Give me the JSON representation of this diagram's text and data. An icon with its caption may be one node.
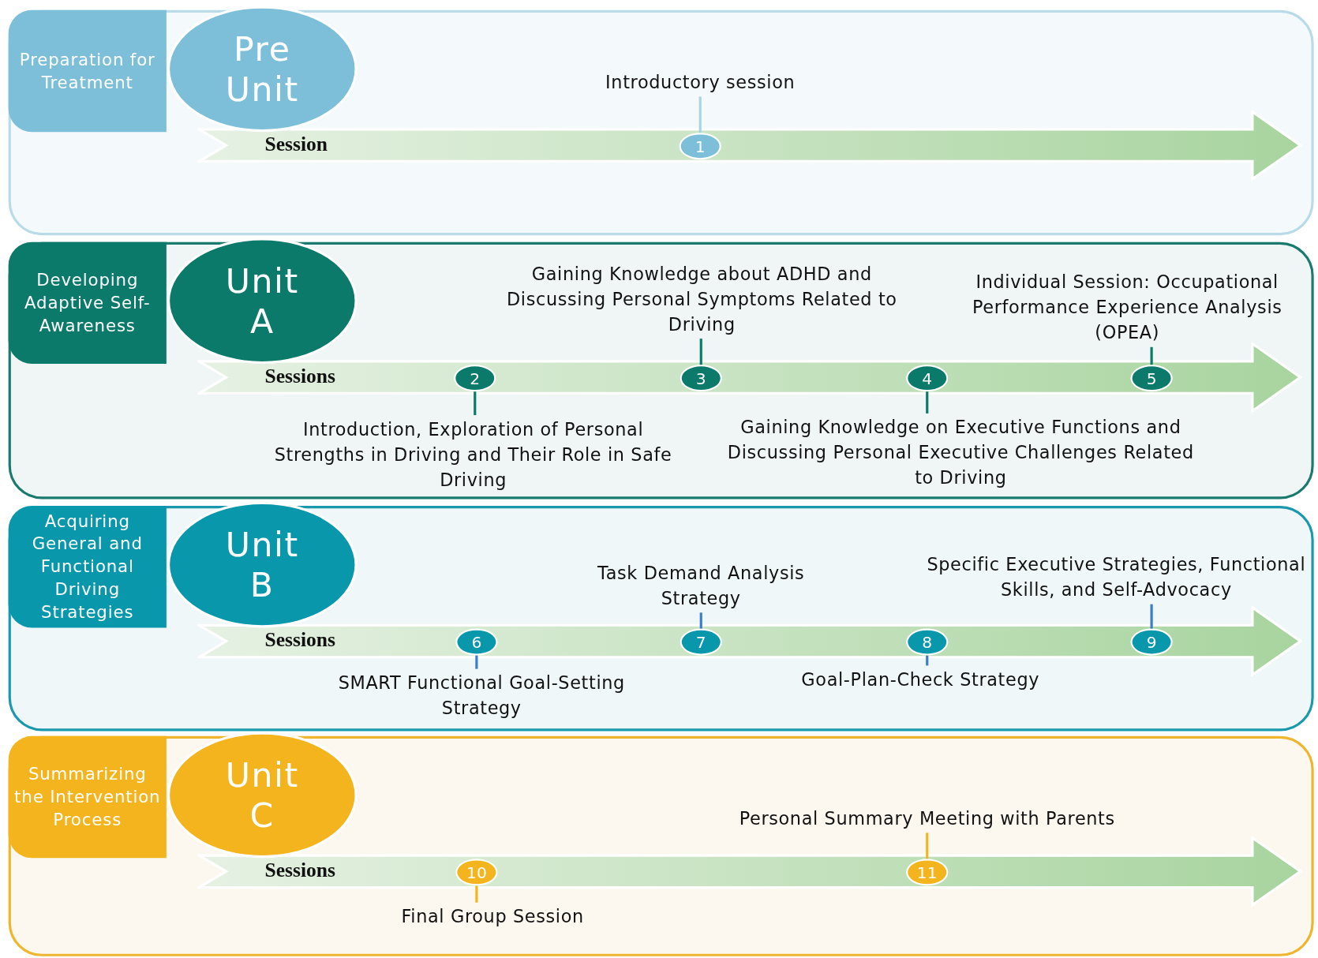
{
  "diagram": {
    "nodes": [
      {
        "text": [],
        "shape": "box"
      },
      {
        "text": [
          "Preparation for Treatment"
        ],
        "in": 0
      },
      {
        "text": [
          "Pre Unit"
        ],
        "in": 0
      },
      {
        "text": [
          "Introductory session"
        ],
        "in": 0
      },
      {
        "text": [
          "Session"
        ],
        "in": 0
      },
      {
        "text": [
          "1"
        ],
        "in": 4
      },
      {
        "text": [],
        "shape": "box"
      },
      {
        "text": [
          "Developing Adaptive Self-Awareness"
        ],
        "in": 6
      },
      {
        "text": [
          "Unit A"
        ],
        "in": 6
      },
      {
        "text": [
          "Gaining Knowledge about ADHD and Discussing Personal Symptoms Related to Driving"
        ],
        "in": 6
      },
      {
        "text": [
          "Individual Session: Occupational Performance Experience Analysis (OPEA)"
        ],
        "in": 6
      },
      {
        "text": [
          "Sessions"
        ],
        "in": 6
      },
      {
        "text": [
          "2"
        ],
        "in": 11
      },
      {
        "text": [
          "3"
        ],
        "in": 11
      },
      {
        "text": [
          "4"
        ],
        "in": 11
      },
      {
        "text": [
          "5"
        ],
        "in": 11
      },
      {
        "text": [
          "Introduction, Exploration of Personal Strengths in Driving and Their Role in Safe Driving"
        ],
        "in": 6
      },
      {
        "text": [
          "Gaining Knowledge on Executive Functions and Discussing Personal Executive Challenges Related to Driving"
        ],
        "in": 6
      },
      {
        "text": [],
        "shape": "box"
      },
      {
        "text": [
          "Acquiring General and Functional Driving Strategies"
        ],
        "in": 18
      },
      {
        "text": [
          "Unit B"
        ],
        "in": 18
      },
      {
        "text": [
          "Task Demand Analysis Strategy"
        ],
        "in": 18
      },
      {
        "text": [
          "Specific Executive Strategies, Functional Skills, and Self-Advocacy"
        ],
        "in": 18
      },
      {
        "text": [
          "Sessions"
        ],
        "in": 18
      },
      {
        "text": [
          "6"
        ],
        "in": 23
      },
      {
        "text": [
          "7"
        ],
        "in": 23
      },
      {
        "text": [
          "8"
        ],
        "in": 23
      },
      {
        "text": [
          "9"
        ],
        "in": 23
      },
      {
        "text": [
          "SMART Functional Goal-Setting Strategy"
        ],
        "in": 18
      },
      {
        "text": [
          "Goal-Plan-Check Strategy"
        ],
        "in": 18
      },
      {
        "text": [],
        "shape": "box"
      },
      {
        "text": [
          "Summarizing the Intervention Process"
        ],
        "in": 30
      },
      {
        "text": [
          "Unit C"
        ],
        "in": 30
      },
      {
        "text": [
          "Personal Summary Meeting with Parents"
        ],
        "in": 30
      },
      {
        "text": [
          "Sessions"
        ],
        "in": 30
      },
      {
        "text": [
          "10"
        ],
        "in": 34
      },
      {
        "text": [
          "11"
        ],
        "in": 34
      },
      {
        "text": [
          "Final Group Session"
        ],
        "in": 30
      }
    ],
    "edges": [
      {
        "from": 3,
        "to": 5,
        "arrow": "none",
        "color": "#a8d4e4"
      },
      {
        "from": 9,
        "to": 13,
        "arrow": "none",
        "color": "#0b7a6b"
      },
      {
        "from": 10,
        "to": 15,
        "arrow": "none",
        "color": "#0b7a6b"
      },
      {
        "from": 16,
        "to": 12,
        "arrow": "none",
        "color": "#0b7a6b"
      },
      {
        "from": 17,
        "to": 14,
        "arrow": "none",
        "color": "#0b7a6b"
      },
      {
        "from": 21,
        "to": 25,
        "arrow": "none",
        "color": "#3d7cc9"
      },
      {
        "from": 22,
        "to": 27,
        "arrow": "none",
        "color": "#3d7cc9"
      },
      {
        "from": 28,
        "to": 24,
        "arrow": "none",
        "color": "#3d7cc9"
      },
      {
        "from": 29,
        "to": 26,
        "arrow": "none",
        "color": "#3d7cc9"
      },
      {
        "from": 33,
        "to": 36,
        "arrow": "none",
        "color": "#f4b41e"
      },
      {
        "from": 37,
        "to": 35,
        "arrow": "none",
        "color": "#f4b41e"
      }
    ]
  }
}
